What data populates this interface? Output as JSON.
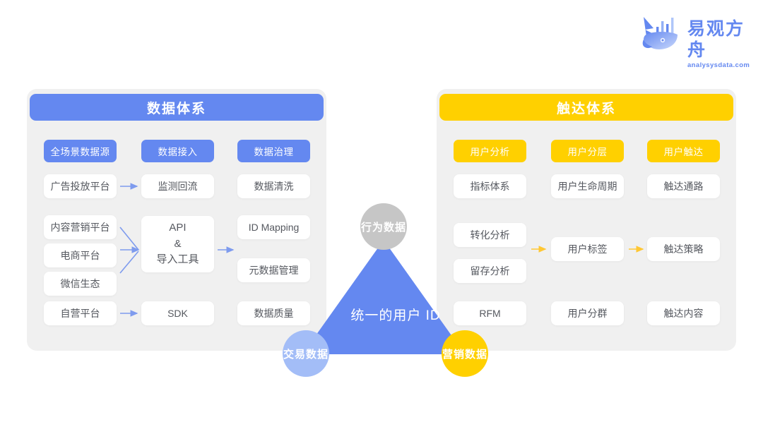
{
  "logo": {
    "brand_cn": "易观方舟",
    "brand_en": "analysysdata.com",
    "mark": "whale-bar-chart-icon",
    "color": "#6488F0"
  },
  "colors": {
    "blue": "#6488F0",
    "light_blue": "#A3BDF7",
    "yellow": "#FFD000",
    "gray_circle": "#C6C6C6",
    "panel_bg": "#F0F0F0",
    "box_bg": "#FFFFFF",
    "box_text": "#55585F"
  },
  "left_panel": {
    "title": "数据体系",
    "columns": [
      {
        "label": "全场景数据源"
      },
      {
        "label": "数据接入"
      },
      {
        "label": "数据治理"
      }
    ],
    "col1_items": [
      "广告投放平台",
      "内容营销平台",
      "电商平台",
      "微信生态",
      "自营平台"
    ],
    "col2_items": [
      "监测回流",
      "API\n&\n导入工具",
      "SDK"
    ],
    "col2_api_lines": [
      "API",
      "&",
      "导入工具"
    ],
    "col3_items": [
      "数据清洗",
      "ID Mapping",
      "元数据管理",
      "数据质量"
    ]
  },
  "right_panel": {
    "title": "触达体系",
    "columns": [
      {
        "label": "用户分析"
      },
      {
        "label": "用户分层"
      },
      {
        "label": "用户触达"
      }
    ],
    "col1_items": [
      "指标体系",
      "转化分析",
      "留存分析",
      "RFM"
    ],
    "col2_items": [
      "用户生命周期",
      "用户标签",
      "用户分群"
    ],
    "col3_items": [
      "触达通路",
      "触达策略",
      "触达内容"
    ]
  },
  "center": {
    "triangle_label": "统一的用户 ID",
    "nodes": [
      {
        "label": "行为数据",
        "position": "top",
        "color": "#C6C6C6"
      },
      {
        "label": "交易数据",
        "position": "bottom-left",
        "color": "#A3BDF7"
      },
      {
        "label": "营销数据",
        "position": "bottom-right",
        "color": "#FFD000"
      }
    ]
  }
}
